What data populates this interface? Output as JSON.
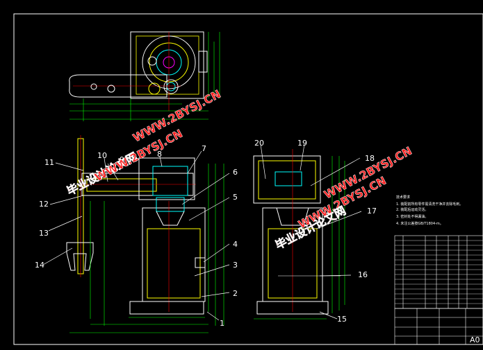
{
  "drawing": {
    "part_labels": [
      "1",
      "2",
      "3",
      "4",
      "5",
      "6",
      "7",
      "8",
      "9",
      "10",
      "11",
      "12",
      "13",
      "14",
      "15",
      "16",
      "17",
      "18",
      "19",
      "20"
    ],
    "sheet_size": "A0",
    "watermark_url": "WWW.2BYSJ.CN",
    "watermark_cn": "毕业设计论文网",
    "tech_notes": {
      "heading": "技术要求",
      "lines": [
        "1. 装配前所有零件需清洗干净并去除毛刺。",
        "2. 装配后运动灵活。",
        "3. 密封处不得漏油。",
        "4. 未注公差按GB/T1804-m。"
      ]
    }
  },
  "colors": {
    "background": "#000000",
    "outline": "#ffffff",
    "dimension": "#00ff00",
    "body": "#ffff00",
    "centerline": "#ff0000",
    "hatch": "#00ffff",
    "accent": "#ff00ff",
    "leader": "#ffffff"
  }
}
